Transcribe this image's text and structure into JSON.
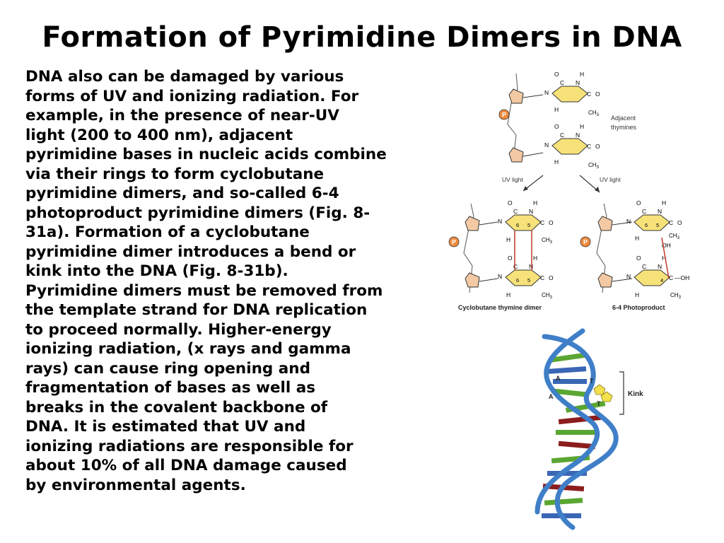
{
  "slide": {
    "title": "Formation of Pyrimidine Dimers in DNA",
    "body_lines": [
      "DNA also can be damaged by various",
      "forms of UV and ionizing radiation. For",
      "example, in the presence of near-UV",
      "light (200 to 400 nm), adjacent",
      "pyrimidine bases in nucleic acids combine",
      "via their rings to form cyclobutane",
      "pyrimidine dimers, and so-called 6-4",
      "photoproduct pyrimidine dimers (Fig. 8-",
      "31a). Formation of a cyclobutane",
      "pyrimidine dimer introduces a bend or",
      "kink into the DNA (Fig. 8-31b).",
      "Pyrimidine dimers must be removed from",
      "the template strand for DNA replication",
      "to proceed normally. Higher-energy",
      "ionizing radiation, (x rays and gamma",
      "rays) can cause ring opening and",
      "fragmentation of bases as well as",
      "breaks in the covalent backbone of",
      "DNA. It is estimated that UV and",
      "ionizing radiations are responsible for",
      "about 10% of all DNA damage caused",
      "by environmental agents."
    ]
  },
  "figure_a": {
    "adjacent_thymines_label": [
      "Adjacent",
      "thymines"
    ],
    "uv_light_label": "UV light",
    "cyclobutane_label": "Cyclobutane thymine dimer",
    "photoproduct_label": "6-4 Photoproduct",
    "phosphate_label": "P",
    "atoms": {
      "O": "O",
      "N": "N",
      "H": "H",
      "C": "C",
      "ch3": "CH",
      "ch3_sub": "3",
      "oh": "OH",
      "c_oh": "C",
      "oh_right": "—OH"
    },
    "ring_numbers": {
      "six": "6",
      "five": "5",
      "four": "4"
    },
    "colors": {
      "ring_fill": "#f7e27a",
      "phosphate": "#f08a3c",
      "sugar": "#f3c9a3",
      "bond_red": "#c0392b"
    }
  },
  "figure_b": {
    "kink_label": "Kink",
    "base_labels": [
      "A",
      "A",
      "T",
      "T"
    ],
    "colors": {
      "backbone": "#3f7fc8",
      "ring_yellow": "#f4e04d",
      "base_green": "#5aa632",
      "base_red": "#8c1d1d",
      "base_blue": "#3a66b5"
    }
  }
}
